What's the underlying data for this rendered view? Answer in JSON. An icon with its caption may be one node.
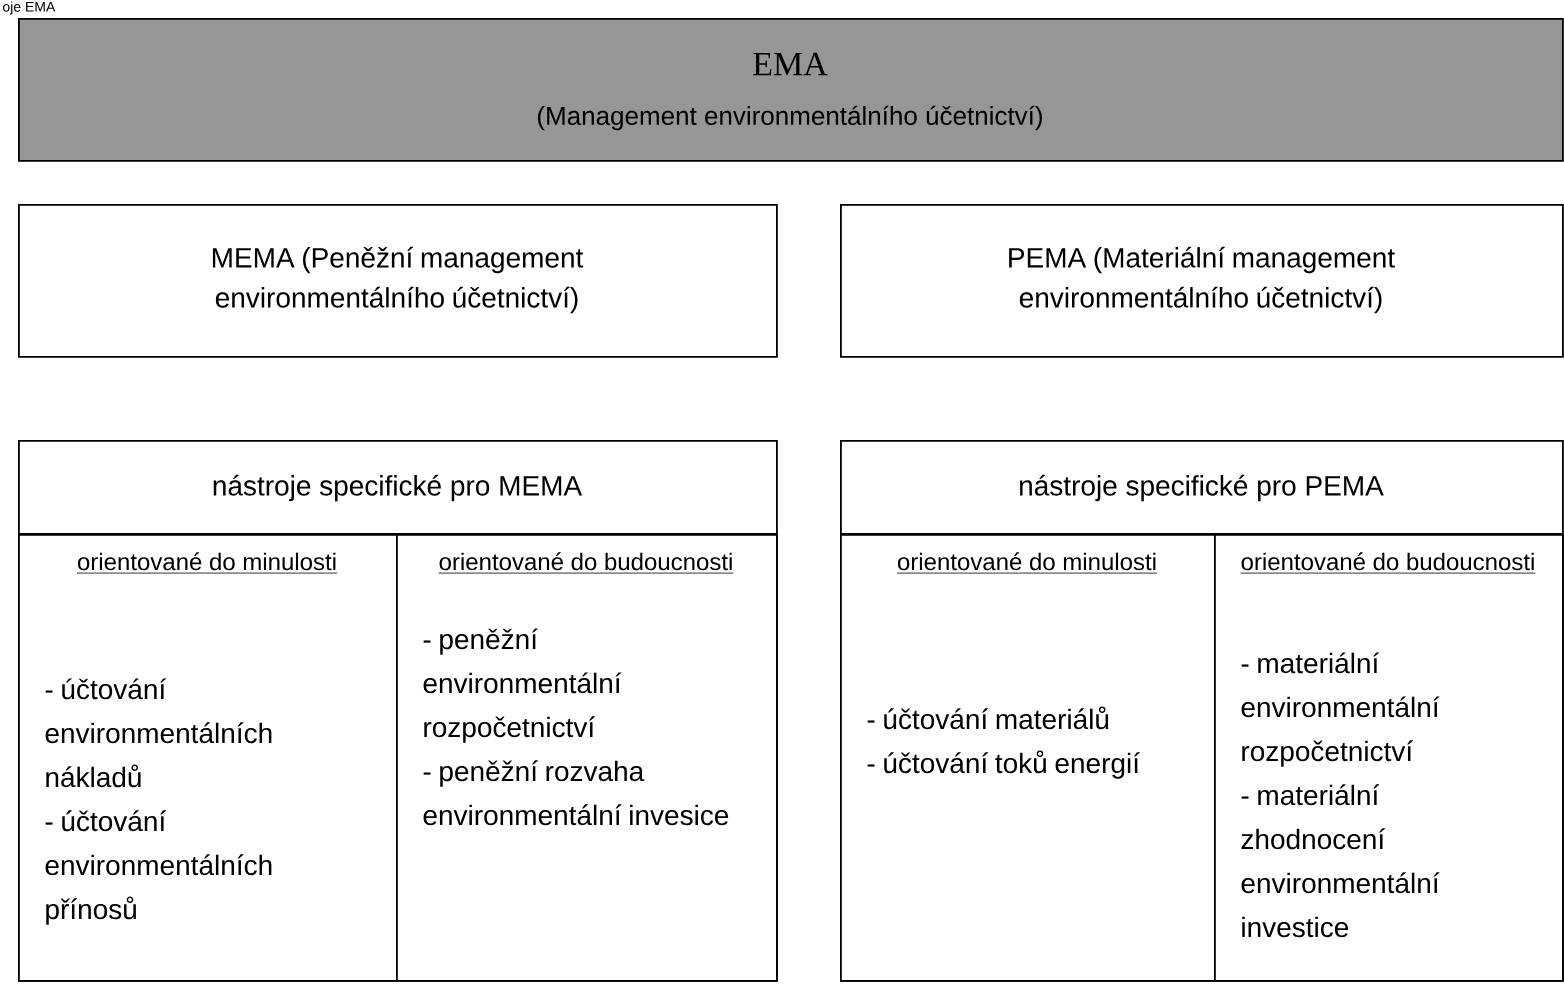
{
  "diagram": {
    "nodes": [
      {
        "text": [
          "EMA",
          "(Management environmentálního účetnictví)"
        ]
      },
      {
        "text": [
          "MEMA (Peněžní management environmentálního účetnictví)"
        ]
      },
      {
        "text": [
          "PEMA (Materiální management environmentálního účetnictví)"
        ]
      },
      {
        "text": [
          "nástroje specifické pro MEMA"
        ]
      },
      {
        "text": [
          "orientované do minulosti",
          "- účtování environmentálních nákladů",
          "- účtování environmentálních přínosů"
        ],
        "in": 3
      },
      {
        "text": [
          "orientované do budoucnosti",
          "- peněžní environmentální rozpočetnictví",
          "- peněžní rozvaha environmentální invesice"
        ],
        "in": 3
      },
      {
        "text": [
          "nástroje specifické pro PEMA"
        ]
      },
      {
        "text": [
          "orientované do minulosti",
          "- účtování materiálů",
          "- účtování toků energií"
        ],
        "in": 6
      },
      {
        "text": [
          "orientované do budoucnosti",
          "- materiální environmentální rozpočetnictví",
          "- materiální zhodnocení environmentální investice"
        ],
        "in": 6
      }
    ],
    "labels": [
      "oje EMA"
    ]
  }
}
